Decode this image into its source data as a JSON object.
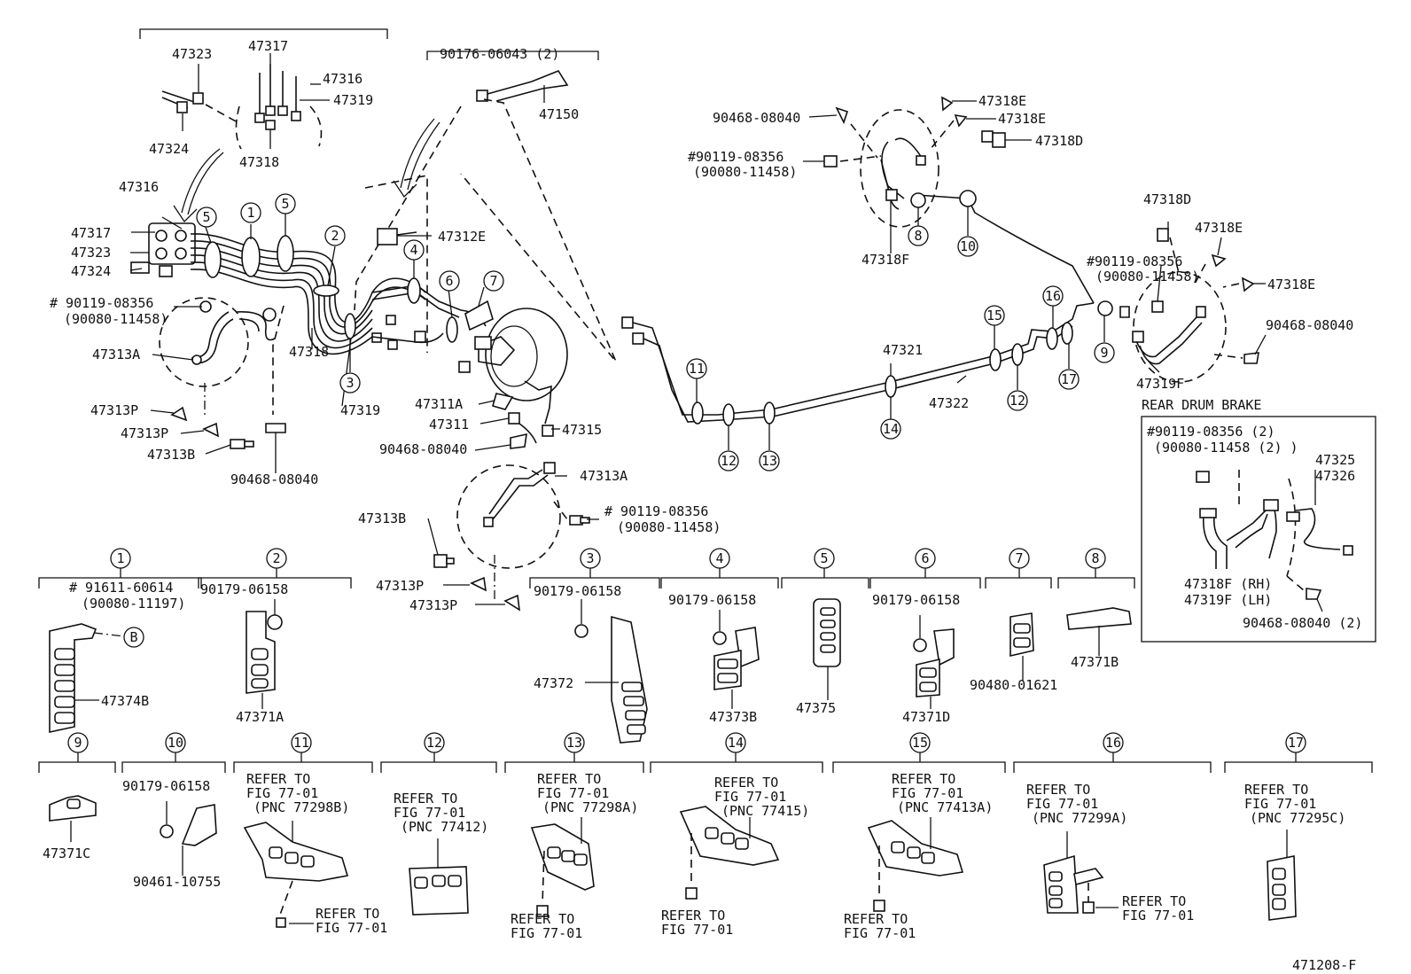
{
  "labels": {
    "p47323a": "47323",
    "p47317a": "47317",
    "p47316a": "47316",
    "p47319a": "47319",
    "p47324a": "47324",
    "p47318a": "47318",
    "p90176": "90176-06043 (2)",
    "p47150": "47150",
    "p47316b": "47316",
    "p47317b": "47317",
    "p47323b": "47323",
    "p47324b": "47324",
    "p90119a": "# 90119-08356",
    "p90080a": "(90080-11458)",
    "p47313Aa": "47313A",
    "p47318b": "47318",
    "p47319b": "47319",
    "p47312E": "47312E",
    "p47313Pa": "47313P",
    "p47313Pb": "47313P",
    "p47313Ba": "47313B",
    "p90468a": "90468-08040",
    "p47311A": "47311A",
    "p47311": "47311",
    "p47315": "47315",
    "p90468b": "90468-08040",
    "p47313Ab": "47313A",
    "p90119b": "# 90119-08356",
    "p90080b": "(90080-11458)",
    "p47313Bb": "47313B",
    "p47313Pc": "47313P",
    "p47313Pd": "47313P",
    "p90468c": "90468-08040",
    "p90119c": "#90119-08356",
    "p90080c": "(90080-11458)",
    "p47318Ea": "47318E",
    "p47318Eb": "47318E",
    "p47318Da": "47318D",
    "p47318Fa": "47318F",
    "p47318Db": "47318D",
    "p47318Ec": "47318E",
    "p47318Ed": "47318E",
    "p90119d": "#90119-08356",
    "p90080d": "(90080-11458)",
    "p90468d": "90468-08040",
    "p47319F": "47319F",
    "p47321": "47321",
    "p47322": "47322",
    "rear_title": "REAR DRUM BRAKE",
    "r90119": "#90119-08356 (2)",
    "r90080": "(90080-11458 (2) )",
    "r47325": "47325",
    "r47326": "47326",
    "r47318F": "47318F (RH)",
    "r47319F": "47319F (LH)",
    "r90468": "90468-08040 (2)",
    "d1a": "# 91611-60614",
    "d1b": "(90080-11197)",
    "d1c": "47374B",
    "d2a": "90179-06158",
    "d2b": "47371A",
    "d3a": "90179-06158",
    "d3b": "47372",
    "d4a": "90179-06158",
    "d4b": "47373B",
    "d5a": "47375",
    "d6a": "90179-06158",
    "d6b": "47371D",
    "d7a": "90480-01621",
    "d8a": "47371B",
    "d9a": "47371C",
    "d10a": "90179-06158",
    "d10b": "90461-10755",
    "d11a": "REFER TO",
    "d11b": "FIG 77-01",
    "d11c": "(PNC 77298B)",
    "d11d": "REFER TO",
    "d11e": "FIG 77-01",
    "d12a": "REFER TO",
    "d12b": "FIG 77-01",
    "d12c": "(PNC 77412)",
    "d13a": "REFER TO",
    "d13b": "FIG 77-01",
    "d13c": "(PNC 77298A)",
    "d13d": "REFER TO",
    "d13e": "FIG 77-01",
    "d14a": "REFER TO",
    "d14b": "FIG 77-01",
    "d14c": "(PNC 77415)",
    "d14d": "REFER TO",
    "d14e": "FIG 77-01",
    "d15a": "REFER TO",
    "d15b": "FIG 77-01",
    "d15c": "(PNC 77413A)",
    "d15d": "REFER TO",
    "d15e": "FIG 77-01",
    "d16a": "REFER TO",
    "d16b": "FIG 77-01",
    "d16c": "(PNC 77299A)",
    "d16d": "REFER TO",
    "d16e": "FIG 77-01",
    "d17a": "REFER TO",
    "d17b": "FIG 77-01",
    "d17c": "(PNC 77295C)",
    "bLetter": "B",
    "figure_code": "471208-F"
  },
  "callout_numbers": [
    "1",
    "2",
    "3",
    "4",
    "5",
    "6",
    "7",
    "8",
    "9",
    "10",
    "11",
    "12",
    "13",
    "14",
    "15",
    "16",
    "17"
  ]
}
